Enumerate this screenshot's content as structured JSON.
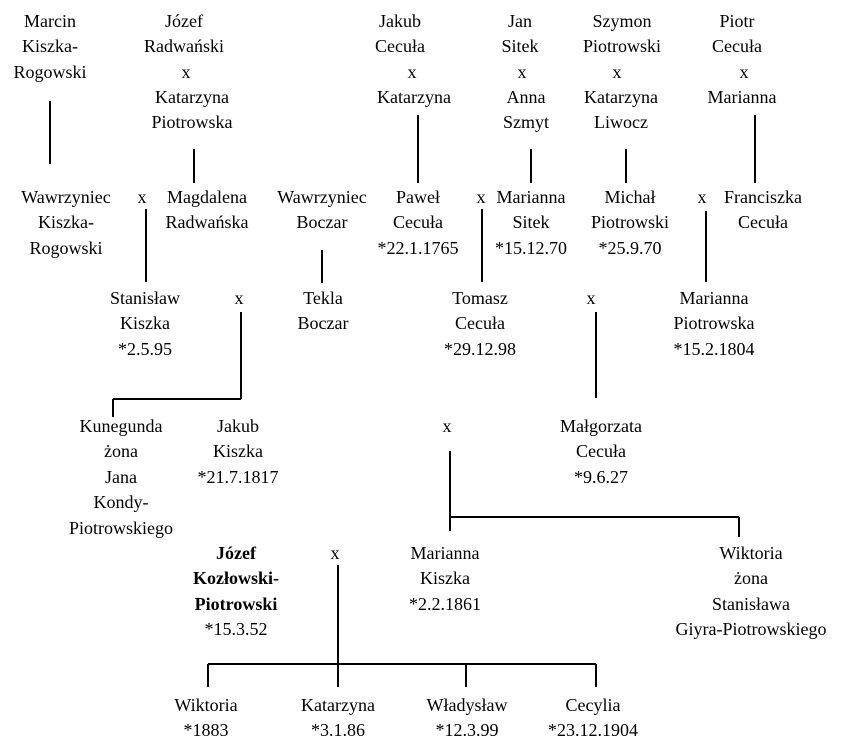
{
  "people": {
    "marcin": [
      "Marcin",
      "Kiszka-",
      "Rogowski"
    ],
    "jozef_r": [
      "Józef",
      "Radwański"
    ],
    "katarzyna_p": [
      "Katarzyna",
      "Piotrowska"
    ],
    "jakub_c": [
      "Jakub",
      "Cecuła"
    ],
    "katarzyna_c": [
      "Katarzyna"
    ],
    "jan_s": [
      "Jan",
      "Sitek"
    ],
    "anna_s": [
      "Anna",
      "Szmyt"
    ],
    "szymon_p": [
      "Szymon",
      "Piotrowski"
    ],
    "katarzyna_l": [
      "Katarzyna",
      "Liwocz"
    ],
    "piotr_c": [
      "Piotr",
      "Cecuła"
    ],
    "marianna_c": [
      "Marianna"
    ],
    "wawrzyniec_k": [
      "Wawrzyniec",
      "Kiszka-",
      "Rogowski"
    ],
    "magdalena_r": [
      "Magdalena",
      "Radwańska"
    ],
    "wawrzyniec_b": [
      "Wawrzyniec",
      "Boczar"
    ],
    "pawel_c": [
      "Paweł",
      "Cecuła",
      "*22.1.1765"
    ],
    "marianna_s": [
      "Marianna",
      "Sitek",
      "*15.12.70"
    ],
    "michal_p": [
      "Michał",
      "Piotrowski",
      "*25.9.70"
    ],
    "franciszka_c": [
      "Franciszka",
      "Cecuła"
    ],
    "stanislaw_k": [
      "Stanisław",
      "Kiszka",
      "*2.5.95"
    ],
    "tekla_b": [
      "Tekla",
      "Boczar"
    ],
    "tomasz_c": [
      "Tomasz",
      "Cecuła",
      "*29.12.98"
    ],
    "marianna_p": [
      "Marianna",
      "Piotrowska",
      "*15.2.1804"
    ],
    "kunegunda": [
      "Kunegunda",
      "żona",
      "Jana",
      "Kondy-",
      "Piotrowskiego"
    ],
    "jakub_k": [
      "Jakub",
      "Kiszka",
      "*21.7.1817"
    ],
    "malgorzata_c": [
      "Małgorzata",
      "Cecuła",
      "*9.6.27"
    ],
    "jozef_kp": [
      "Józef",
      "Kozłowski-",
      "Piotrowski",
      "*15.3.52"
    ],
    "marianna_k": [
      "Marianna",
      "Kiszka",
      "*2.2.1861"
    ],
    "wiktoria_g": [
      "Wiktoria",
      "żona",
      "Stanisława",
      "Giyra-Piotrowskiego"
    ],
    "wiktoria": [
      "Wiktoria",
      "*1883"
    ],
    "katarzyna_k": [
      "Katarzyna",
      "*3.1.86"
    ],
    "wladyslaw": [
      "Władysław",
      "*12.3.99"
    ],
    "cecylia": [
      "Cecylia",
      "*23.12.1904"
    ]
  },
  "marriage_symbol": "x"
}
